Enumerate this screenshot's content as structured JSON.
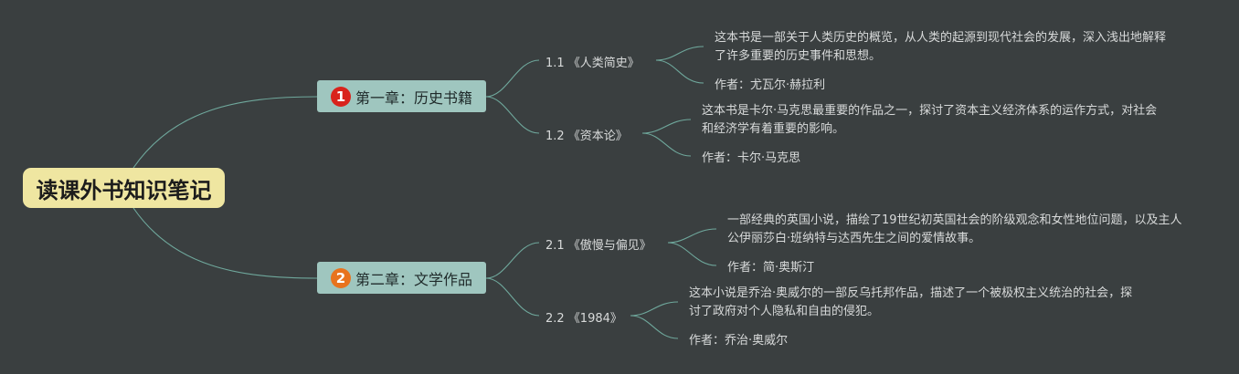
{
  "root": {
    "title": "读课外书知识笔记"
  },
  "chapters": [
    {
      "number": "1",
      "badge_color": "#d9231c",
      "title": "第一章：历史书籍",
      "books": [
        {
          "label": "1.1 《人类简史》",
          "description": "这本书是一部关于人类历史的概览，从人类的起源到现代社会的发展，深入浅出地解释了许多重要的历史事件和思想。",
          "author": "作者：尤瓦尔·赫拉利"
        },
        {
          "label": "1.2 《资本论》",
          "description": "这本书是卡尔·马克思最重要的作品之一，探讨了资本主义经济体系的运作方式，对社会和经济学有着重要的影响。",
          "author": "作者：卡尔·马克思"
        }
      ]
    },
    {
      "number": "2",
      "badge_color": "#e8731e",
      "title": "第二章：文学作品",
      "books": [
        {
          "label": "2.1 《傲慢与偏见》",
          "description": "一部经典的英国小说，描绘了19世纪初英国社会的阶级观念和女性地位问题，以及主人公伊丽莎白·班纳特与达西先生之间的爱情故事。",
          "author": "作者：简·奥斯汀"
        },
        {
          "label": "2.2 《1984》",
          "description": "这本小说是乔治·奥威尔的一部反乌托邦作品，描述了一个被极权主义统治的社会，探讨了政府对个人隐私和自由的侵犯。",
          "author": "作者：乔治·奥威尔"
        }
      ]
    }
  ],
  "colors": {
    "background": "#3a3f40",
    "root_fill": "#efe6a1",
    "chapter_fill": "#9fc6bf",
    "connector": "#6fa89c"
  }
}
